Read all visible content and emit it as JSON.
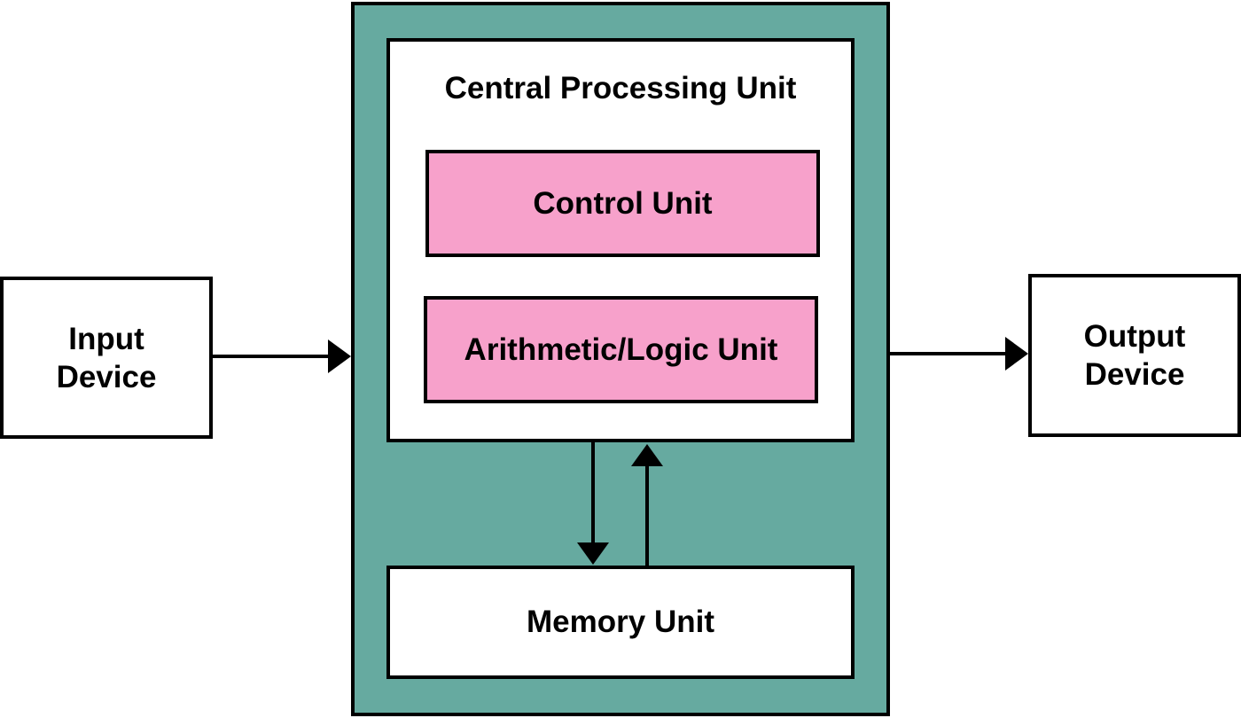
{
  "colors": {
    "computer_bg": "#66aaa0",
    "unit_bg": "#f7a1cb",
    "box_bg": "#ffffff",
    "line": "#000000"
  },
  "input_device": {
    "line1": "Input",
    "line2": "Device"
  },
  "output_device": {
    "line1": "Output",
    "line2": "Device"
  },
  "cpu": {
    "title": "Central Processing Unit",
    "control_unit": "Control Unit",
    "alu": "Arithmetic/Logic Unit"
  },
  "memory_unit": "Memory Unit"
}
